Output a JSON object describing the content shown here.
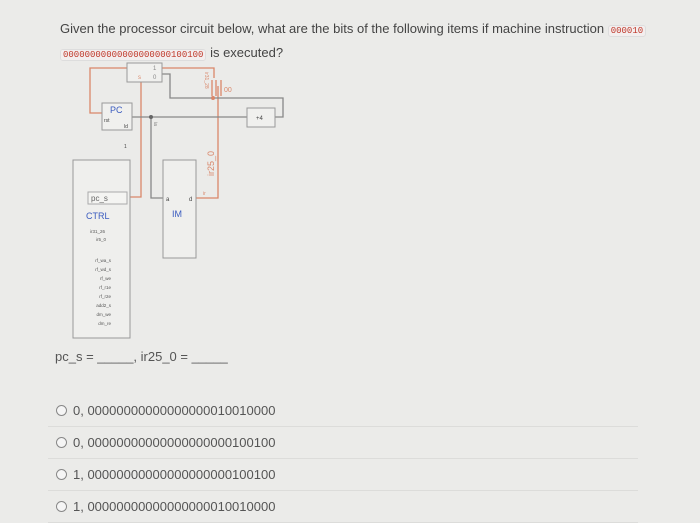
{
  "question": {
    "text_before": "Given the processor circuit below, what are the bits of the following items if machine instruction",
    "instruction_opcode": "000010",
    "instruction_rest": "00000000000000000000100100",
    "text_after": "is executed?"
  },
  "diagram": {
    "pc_label": "PC",
    "pc_rst": "rst",
    "pc_ld": "ld",
    "pc_ld_val": "1",
    "mux_in1": "1",
    "mux_in0": "0",
    "mux_sel": "s",
    "adder_label": "+4",
    "im_label": "IM",
    "im_a": "a",
    "im_d": "d",
    "ir_label": "ir",
    "ir25_label": "ir25_0",
    "ir31_label": "ir31_28",
    "shift_label": "00",
    "ia_label": "ia",
    "ctrl_label": "CTRL",
    "ctrl_pcs": "pc_s",
    "ctrl_inputs": [
      "ir31_26",
      "ir5_0"
    ],
    "ctrl_outputs": [
      "rf_wa_s",
      "rf_wd_s",
      "rf_we",
      "rf_r1e",
      "rf_r2e",
      "add2_s",
      "dm_we",
      "dm_re"
    ]
  },
  "fill_in": "pc_s = _____, ir25_0 = _____",
  "options": [
    "0, 00000000000000000010010000",
    "0, 00000000000000000000100100",
    "1, 00000000000000000000100100",
    "1, 00000000000000000010010000"
  ],
  "colors": {
    "wire_orange": "#d9876a",
    "box_blue": "#3a5bbf",
    "wire_gray": "#777"
  }
}
